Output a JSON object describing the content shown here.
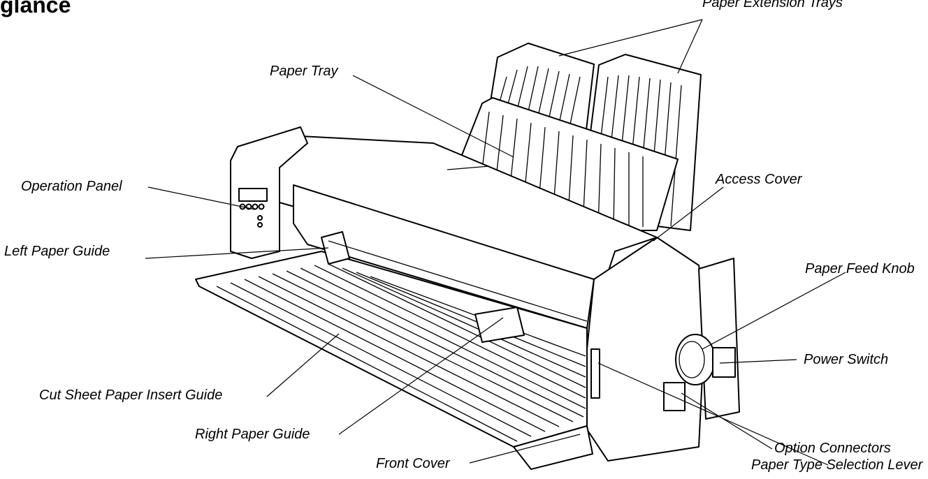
{
  "heading": "glance",
  "labels": {
    "paper_extension_trays": "Paper Extension Trays",
    "paper_tray": "Paper Tray",
    "operation_panel": "Operation Panel",
    "access_cover": "Access Cover",
    "left_paper_guide": "Left Paper Guide",
    "paper_feed_knob": "Paper Feed Knob",
    "power_switch": "Power Switch",
    "cut_sheet_paper_insert_guide": "Cut Sheet Paper Insert Guide",
    "option_connectors": "Option Connectors",
    "right_paper_guide": "Right Paper Guide",
    "front_cover": "Front Cover",
    "paper_type_selection_lever": "Paper Type Selection Lever"
  }
}
